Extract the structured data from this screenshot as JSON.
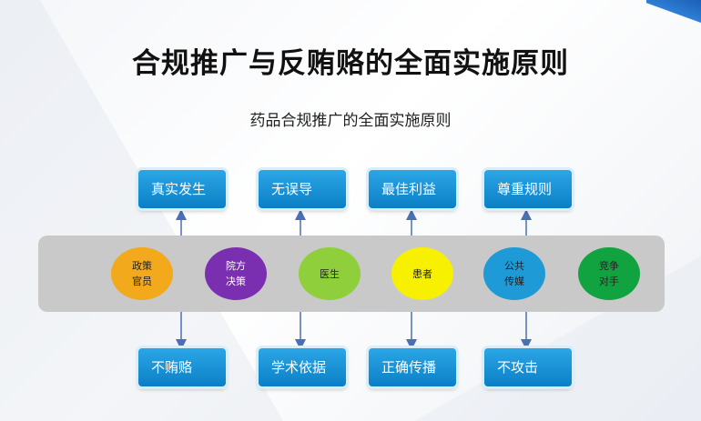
{
  "title": "合规推广与反贿赂的全面实施原则",
  "subtitle": "药品合规推广的全面实施原则",
  "top_boxes": [
    "真实发生",
    "无误导",
    "最佳利益",
    "尊重规则"
  ],
  "bottom_boxes": [
    "不贿赂",
    "学术依据",
    "正确传播",
    "不攻击"
  ],
  "stakeholders": [
    {
      "lines": [
        "政策",
        "官员"
      ],
      "color": "#f2a91c",
      "text_color": "#222222"
    },
    {
      "lines": [
        "院方",
        "决策"
      ],
      "color": "#7a2fb0",
      "text_color": "#ffffff"
    },
    {
      "lines": [
        "医生"
      ],
      "color": "#8fcf3c",
      "text_color": "#222222"
    },
    {
      "lines": [
        "患者"
      ],
      "color": "#f7f000",
      "text_color": "#222222"
    },
    {
      "lines": [
        "公共",
        "传媒"
      ],
      "color": "#1e9ad6",
      "text_color": "#222222"
    },
    {
      "lines": [
        "竞争",
        "对手"
      ],
      "color": "#11a33f",
      "text_color": "#222222"
    }
  ],
  "colors": {
    "box": "#1a93d8",
    "band": "#c9c9c9",
    "arrow": "#4a6fb5"
  }
}
